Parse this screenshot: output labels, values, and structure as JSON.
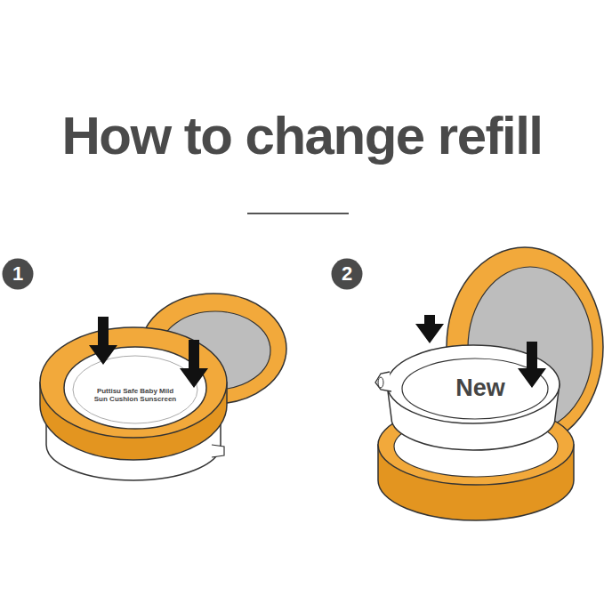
{
  "diagram": {
    "title": "How to change refill",
    "nodes": [
      {
        "text": [
          "1"
        ]
      },
      {
        "text": [
          "2"
        ]
      }
    ],
    "labels": [
      "Puttisu Safe Baby Mild Sun Cushion Sunscreen",
      "New"
    ]
  }
}
